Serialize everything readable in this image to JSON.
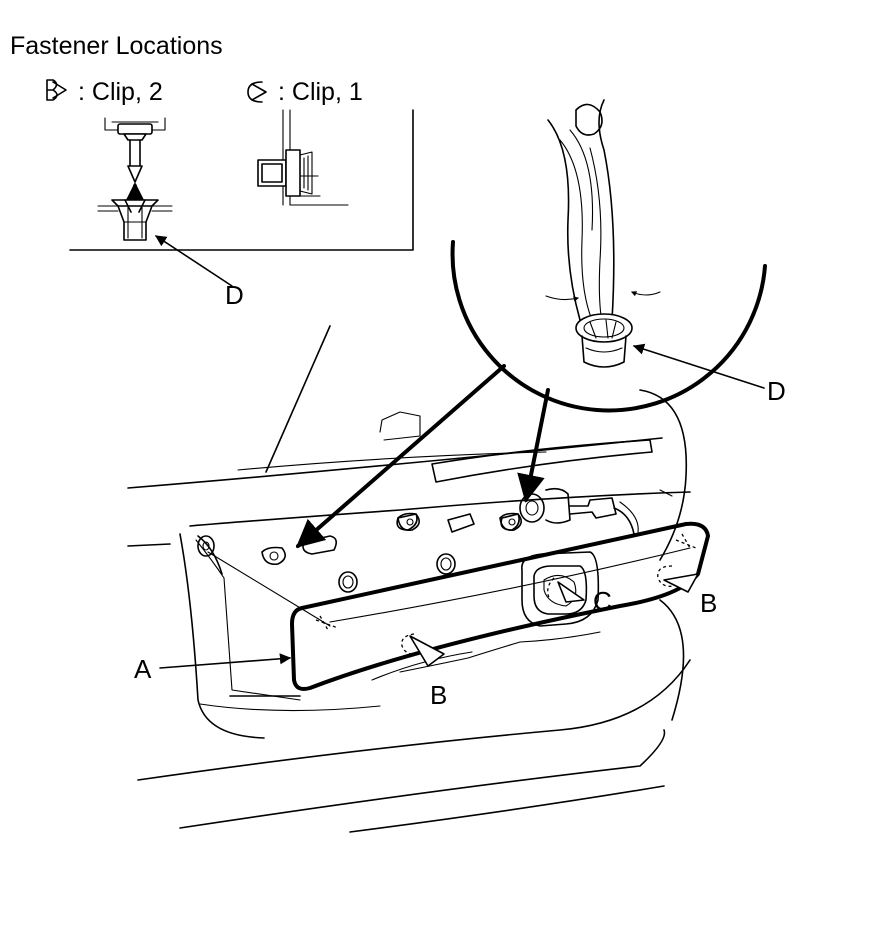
{
  "title": "Fastener Locations",
  "legend": [
    {
      "symbol": "B",
      "text": ": Clip, 2"
    },
    {
      "symbol": "C",
      "text": ": Clip, 1"
    }
  ],
  "callouts": {
    "a": "A",
    "b_center": "B",
    "b_right": "B",
    "c": "C",
    "d_inset": "D",
    "d_zoom": "D"
  }
}
